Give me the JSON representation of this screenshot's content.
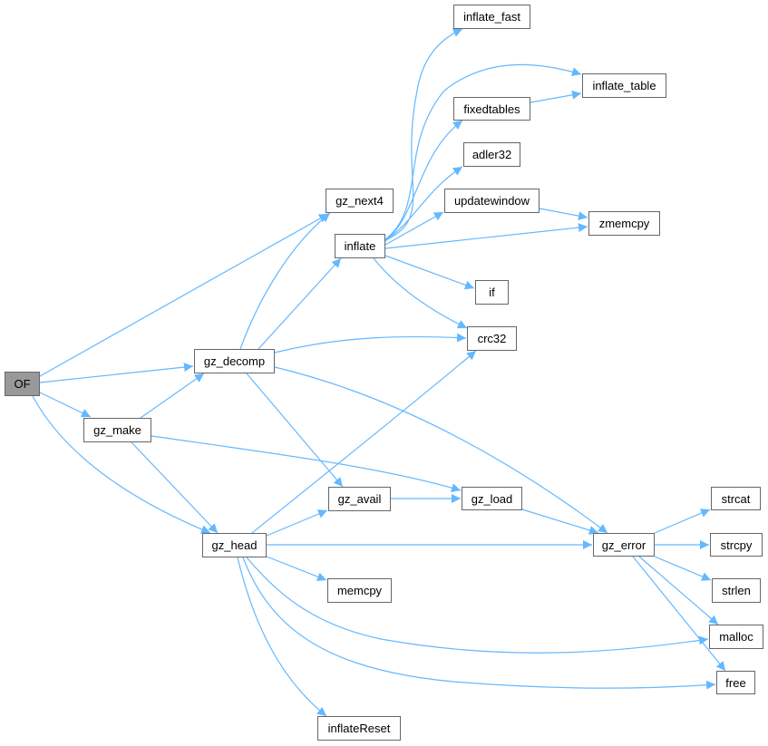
{
  "graph": {
    "root": "OF",
    "edge_color": "#63b8ff",
    "root_fill": "#999999",
    "nodes": [
      "OF",
      "gz_next4",
      "gz_decomp",
      "gz_make",
      "gz_head",
      "inflate",
      "crc32",
      "gz_avail",
      "gz_error",
      "inflate_fast",
      "inflate_table",
      "fixedtables",
      "adler32",
      "updatewindow",
      "zmemcpy",
      "if",
      "gz_load",
      "memcpy",
      "malloc",
      "free",
      "inflateReset",
      "strcat",
      "strcpy",
      "strlen"
    ],
    "edges": [
      [
        "OF",
        "gz_next4"
      ],
      [
        "OF",
        "gz_decomp"
      ],
      [
        "OF",
        "gz_make"
      ],
      [
        "OF",
        "gz_head"
      ],
      [
        "gz_make",
        "gz_decomp"
      ],
      [
        "gz_make",
        "gz_head"
      ],
      [
        "gz_make",
        "gz_load"
      ],
      [
        "gz_decomp",
        "gz_next4"
      ],
      [
        "gz_decomp",
        "inflate"
      ],
      [
        "gz_decomp",
        "crc32"
      ],
      [
        "gz_decomp",
        "gz_avail"
      ],
      [
        "gz_decomp",
        "gz_error"
      ],
      [
        "inflate",
        "inflate_fast"
      ],
      [
        "inflate",
        "inflate_table"
      ],
      [
        "inflate",
        "fixedtables"
      ],
      [
        "inflate",
        "adler32"
      ],
      [
        "inflate",
        "updatewindow"
      ],
      [
        "inflate",
        "zmemcpy"
      ],
      [
        "inflate",
        "if"
      ],
      [
        "inflate",
        "crc32"
      ],
      [
        "fixedtables",
        "inflate_table"
      ],
      [
        "updatewindow",
        "zmemcpy"
      ],
      [
        "gz_head",
        "crc32"
      ],
      [
        "gz_head",
        "gz_avail"
      ],
      [
        "gz_head",
        "gz_error"
      ],
      [
        "gz_head",
        "memcpy"
      ],
      [
        "gz_head",
        "malloc"
      ],
      [
        "gz_head",
        "free"
      ],
      [
        "gz_head",
        "inflateReset"
      ],
      [
        "gz_avail",
        "gz_load"
      ],
      [
        "gz_load",
        "gz_error"
      ],
      [
        "gz_error",
        "strcat"
      ],
      [
        "gz_error",
        "strcpy"
      ],
      [
        "gz_error",
        "strlen"
      ],
      [
        "gz_error",
        "malloc"
      ],
      [
        "gz_error",
        "free"
      ]
    ]
  }
}
